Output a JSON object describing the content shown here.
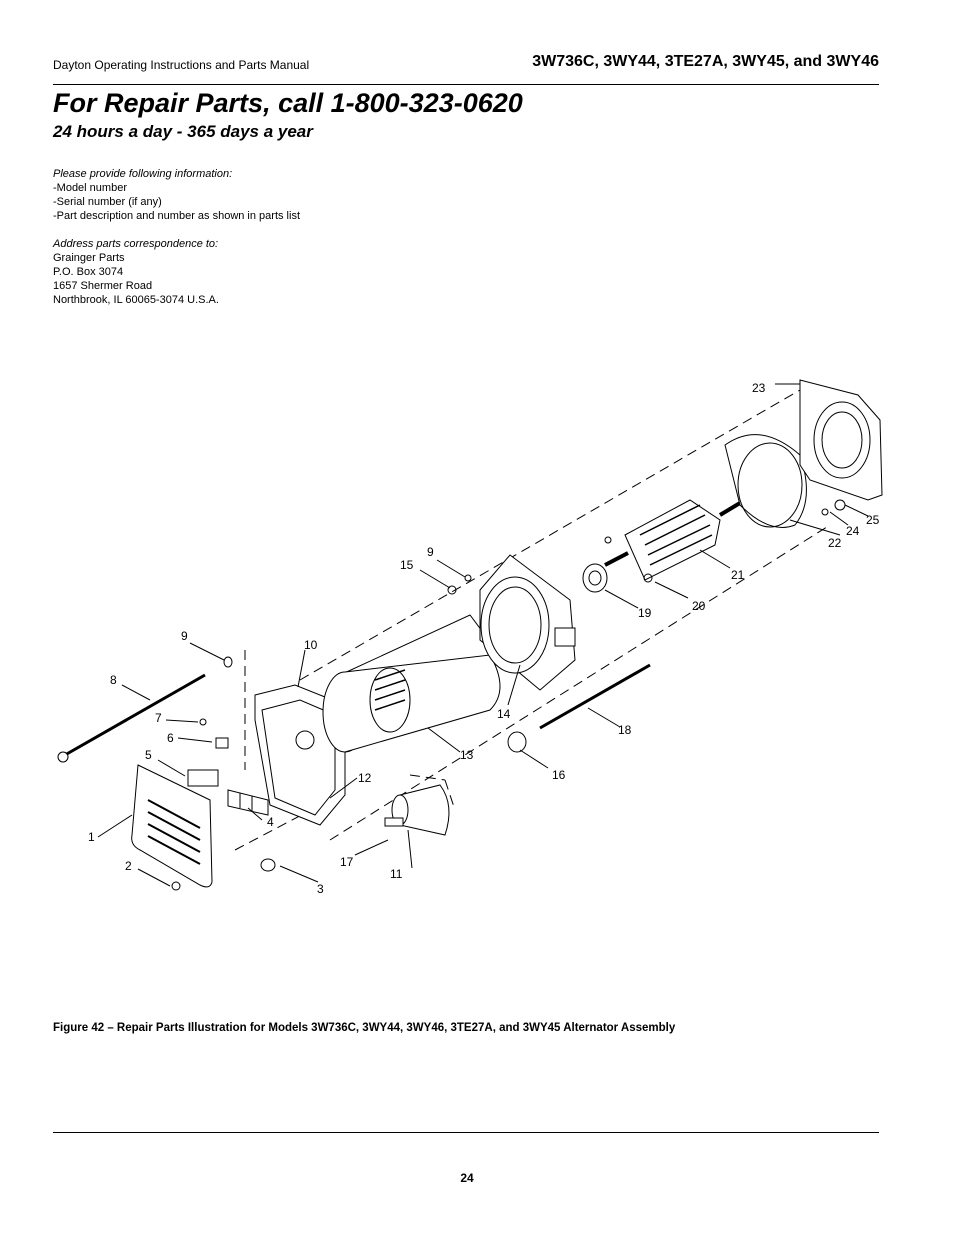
{
  "header": {
    "manual": "Dayton Operating Instructions and Parts Manual",
    "models": "3W736C, 3WY44, 3TE27A, 3WY45, and 3WY46"
  },
  "title": "For Repair Parts, call 1-800-323-0620",
  "subtitle": "24 hours a day - 365 days a year",
  "info": {
    "provide_heading": "Please provide following information:",
    "provide_items": [
      "-Model number",
      "-Serial number (if any)",
      "-Part description and number as shown in parts list"
    ],
    "address_heading": "Address parts correspondence to:",
    "address_lines": [
      "Grainger Parts",
      "P.O. Box 3074",
      "1657 Shermer Road",
      "Northbrook, IL  60065-3074 U.S.A."
    ]
  },
  "callouts": {
    "c1": "1",
    "c2": "2",
    "c3": "3",
    "c4": "4",
    "c5": "5",
    "c6": "6",
    "c7": "7",
    "c8": "8",
    "c9a": "9",
    "c9b": "9",
    "c10": "10",
    "c11": "11",
    "c12": "12",
    "c13": "13",
    "c14": "14",
    "c15": "15",
    "c16": "16",
    "c17": "17",
    "c18": "18",
    "c19": "19",
    "c20": "20",
    "c21": "21",
    "c22": "22",
    "c23": "23",
    "c24": "24",
    "c25": "25"
  },
  "caption": "Figure 42 – Repair Parts Illustration for Models 3W736C, 3WY44, 3WY46, 3TE27A, and 3WY45 Alternator Assembly",
  "page_number": "24"
}
